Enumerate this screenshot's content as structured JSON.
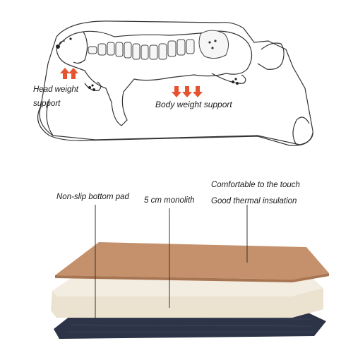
{
  "top_panel": {
    "head_support_line1": "Head weight",
    "head_support_line2": "support",
    "body_support": "Body weight support"
  },
  "layers_panel": {
    "nonslip_label": "Non-slip bottom pad",
    "monolith_label": "5 cm monolith",
    "comfort_line1": "Comfortable to the touch",
    "comfort_line2": "Good thermal insulation"
  },
  "colors": {
    "arrow": "#e8532f",
    "cover": "#c4916c",
    "foam": "#efe7d6",
    "pad": "#2d3447"
  }
}
